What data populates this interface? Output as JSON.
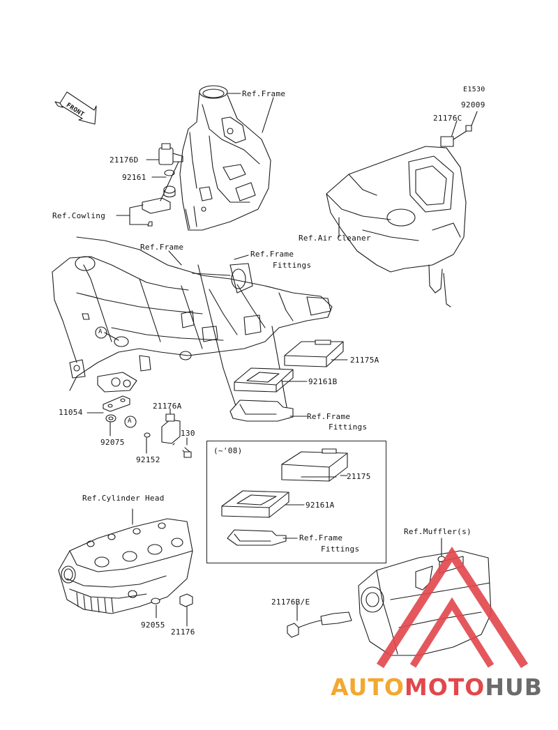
{
  "diagram_code": "E1530",
  "front_arrow": "FRONT",
  "inset_label": "(~'08)",
  "labels": {
    "ref_frame_top": "Ref.Frame",
    "p92009": "92009",
    "p21176C": "21176C",
    "p21176D": "21176D",
    "p92161": "92161",
    "ref_cowling": "Ref.Cowling",
    "ref_air_cleaner": "Ref.Air Cleaner",
    "ref_frame_mid": "Ref.Frame",
    "ref_frame_fittings_1a": "Ref.Frame",
    "ref_frame_fittings_1b": "Fittings",
    "p21175A": "21175A",
    "p92161B": "92161B",
    "ref_frame_fittings_2a": "Ref.Frame",
    "ref_frame_fittings_2b": "Fittings",
    "p11054": "11054",
    "p21176A": "21176A",
    "p130": "130",
    "p92075": "92075",
    "p92152": "92152",
    "p21175": "21175",
    "p92161A": "92161A",
    "ref_frame_fittings_3a": "Ref.Frame",
    "ref_frame_fittings_3b": "Fittings",
    "ref_cylinder_head": "Ref.Cylinder Head",
    "ref_muffler": "Ref.Muffler(s)",
    "p21176BE": "21176B/E",
    "p92055": "92055",
    "p21176": "21176",
    "callout_a": "A"
  },
  "watermark": {
    "part1": "AUTO",
    "part2": "MOTO",
    "part3": "HUB"
  },
  "colors": {
    "line": "#1a1a1a",
    "wm_orange": "#f2a830",
    "wm_red": "#e2474c",
    "wm_gray": "#6b6b6b"
  }
}
